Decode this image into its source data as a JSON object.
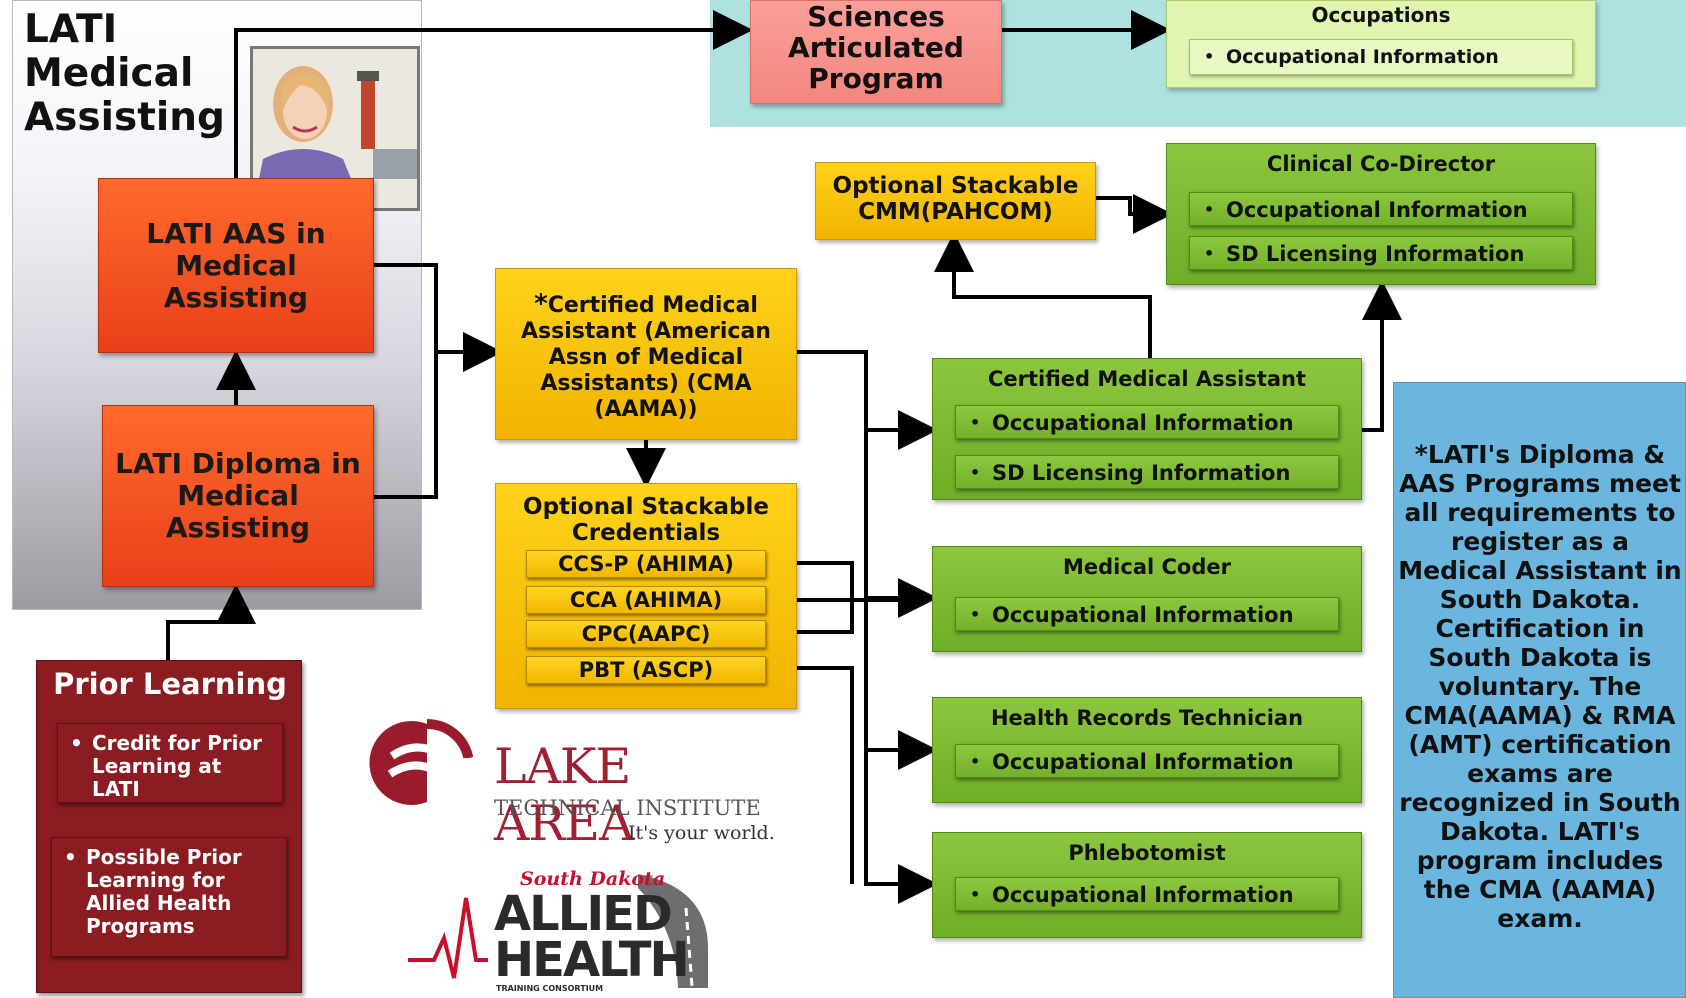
{
  "left_panel": {
    "title": "LATI Medical Assisting",
    "aas_box": "LATI AAS in Medical Assisting",
    "diploma_box": "LATI Diploma in Medical Assisting"
  },
  "prior_learning": {
    "title": "Prior Learning",
    "items": [
      {
        "bullet": "•",
        "label": "Credit for Prior Learning at LATI"
      },
      {
        "bullet": "•",
        "label": "Possible Prior Learning for Allied Health Programs"
      }
    ]
  },
  "top_section": {
    "articulated_program": "Sciences Articulated Program",
    "occupations_box": {
      "title": "Occupations",
      "item": "Occupational Information"
    }
  },
  "cma_box": {
    "asterisk": "*",
    "text": "Certified Medical Assistant (American Assn of Medical Assistants) (CMA (AAMA))"
  },
  "stackable_credentials": {
    "title": "Optional Stackable Credentials",
    "items": [
      "CCS-P (AHIMA)",
      "CCA (AHIMA)",
      "CPC(AAPC)",
      "PBT (ASCP)"
    ]
  },
  "stackable_cmm": "Optional Stackable CMM(PAHCOM)",
  "careers": [
    {
      "title": "Clinical Co-Director",
      "items": [
        "Occupational Information",
        "SD Licensing Information"
      ]
    },
    {
      "title": "Certified Medical Assistant",
      "items": [
        "Occupational Information",
        "SD Licensing Information"
      ]
    },
    {
      "title": "Medical Coder",
      "items": [
        "Occupational Information"
      ]
    },
    {
      "title": "Health Records Technician",
      "items": [
        "Occupational Information"
      ]
    },
    {
      "title": "Phlebotomist",
      "items": [
        "Occupational Information"
      ]
    }
  ],
  "bullet": "•",
  "note": "*LATI's Diploma & AAS Programs meet all requirements to register as a Medical Assistant in South Dakota. Certification in South Dakota is voluntary. The CMA(AAMA) & RMA (AMT) certification exams are recognized in South Dakota. LATI's program includes the CMA (AAMA) exam.",
  "logos": {
    "lake_area_line1": "LAKE AREA",
    "lake_area_line2": "TECHNICAL INSTITUTE",
    "lake_area_tagline": "It's your world.",
    "allied_script": "South Dakota",
    "allied_line1": "ALLIED",
    "allied_line2": "HEALTH",
    "allied_small": "TRAINING CONSORTIUM"
  },
  "colors": {
    "orange": "#f2541f",
    "maroon": "#8a1c22",
    "yellow": "#f5bf00",
    "green": "#7ab830",
    "teal_panel": "#aee1df",
    "blue_panel": "#6bb6de",
    "pink": "#f58e86"
  }
}
